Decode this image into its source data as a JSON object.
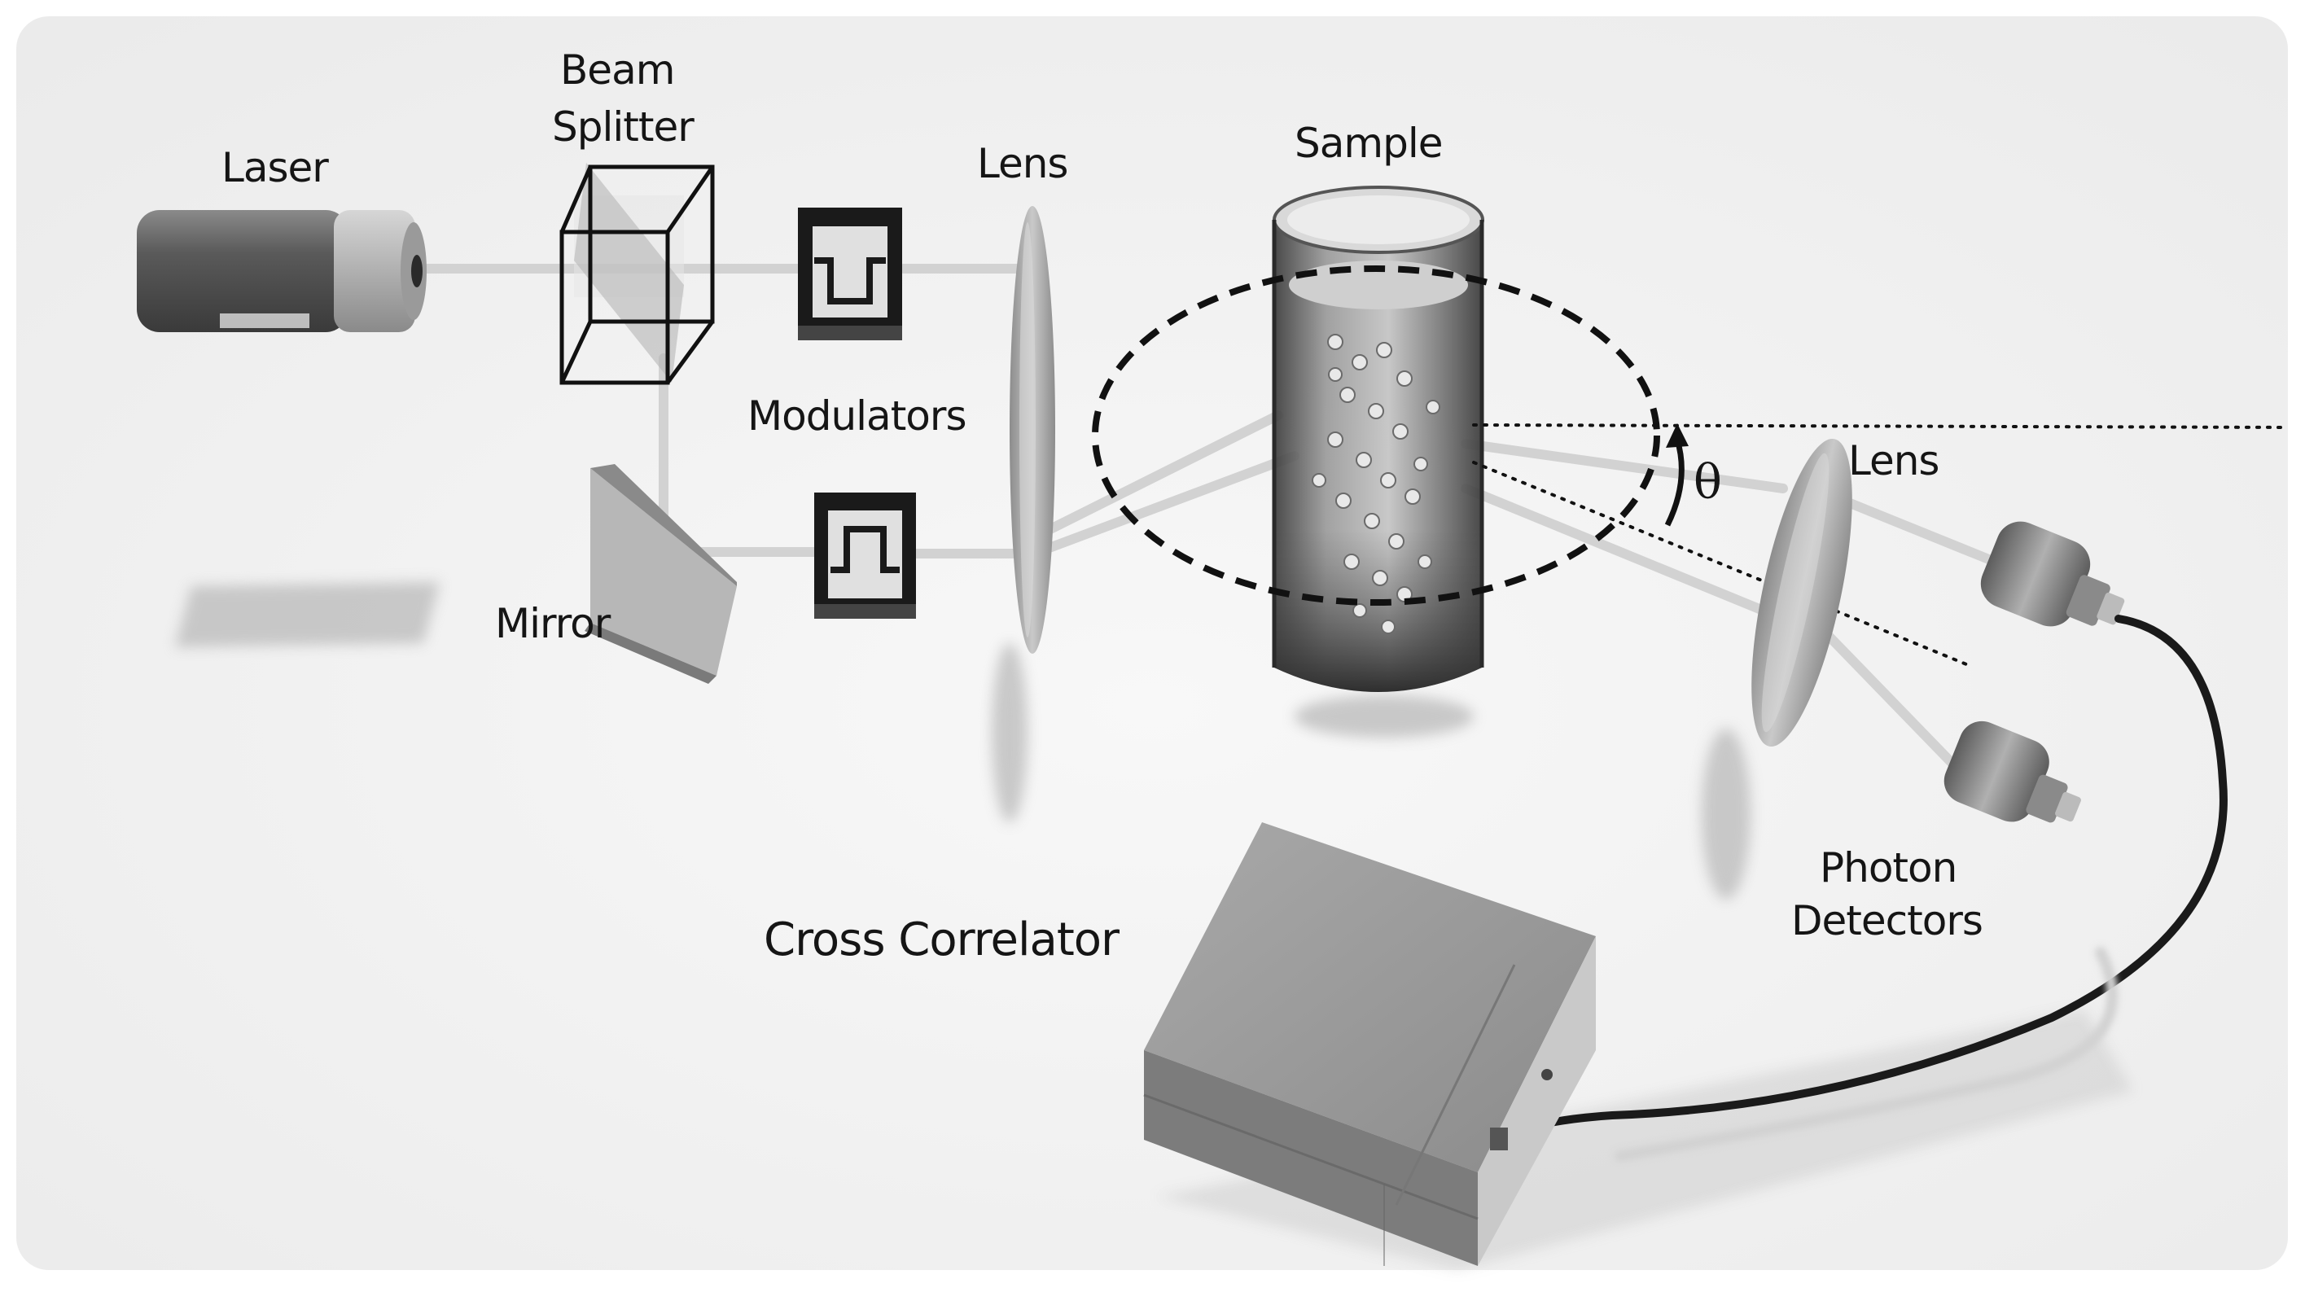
{
  "labels": {
    "laser": "Laser",
    "beam_splitter_line1": "Beam",
    "beam_splitter_line2": "Splitter",
    "modulators": "Modulators",
    "lens_left": "Lens",
    "sample": "Sample",
    "lens_right": "Lens",
    "mirror": "Mirror",
    "photon_detectors_line1": "Photon",
    "photon_detectors_line2": "Detectors",
    "cross_correlator": "Cross Correlator",
    "angle": "θ"
  },
  "colors": {
    "background": "#ffffff",
    "floor": "#f0f0f0",
    "metal_dark": "#4a4a4a",
    "metal_light": "#b8b8b8",
    "beam": "#d8d8d8",
    "outline": "#111111"
  }
}
